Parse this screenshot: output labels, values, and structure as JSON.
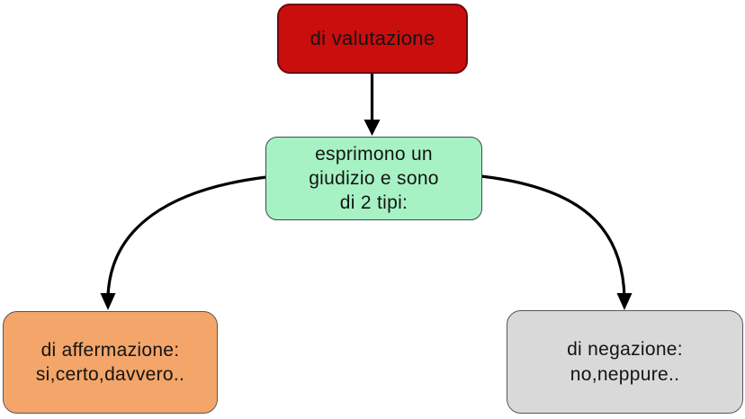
{
  "diagram": {
    "type": "concept-map",
    "background_color": "#ffffff",
    "arrow_color": "#000000",
    "text_color": "#141414",
    "nodes": [
      {
        "id": "valutazione",
        "label": "di valutazione",
        "fill": "#ca0d0d",
        "border_color": "#6f0909"
      },
      {
        "id": "descrizione",
        "label": "esprimono un\ngiudizio e sono\ndi 2 tipi:",
        "fill": "#a6f2c4",
        "border_color": "#3f4a44"
      },
      {
        "id": "affermazione",
        "label": "di affermazione:\nsi,certo,davvero..",
        "fill": "#f4a569",
        "border_color": "#56575b"
      },
      {
        "id": "negazione",
        "label": "di negazione:\nno,neppure..",
        "fill": "#d9d9d9",
        "border_color": "#56575b"
      }
    ],
    "edges": [
      {
        "from": "valutazione",
        "to": "descrizione",
        "style": "straight-arrow-down"
      },
      {
        "from": "descrizione",
        "to": "affermazione",
        "style": "curved-arrow-left-down"
      },
      {
        "from": "descrizione",
        "to": "negazione",
        "style": "curved-arrow-right-down"
      }
    ]
  }
}
